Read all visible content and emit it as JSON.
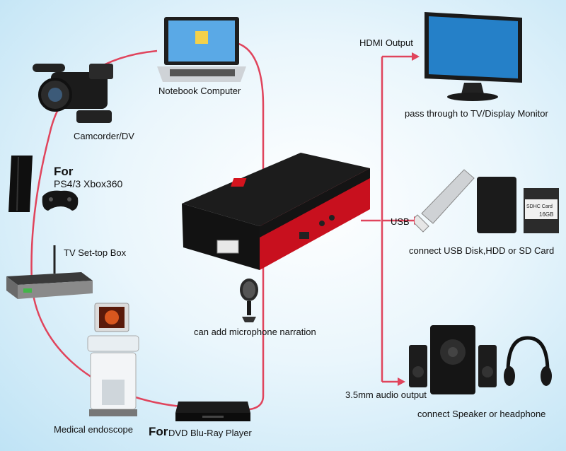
{
  "labels": {
    "notebook": "Notebook Computer",
    "camcorder": "Camcorder/DV",
    "for_ps": "For",
    "ps_xbox": "PS4/3 Xbox360",
    "settop": "TV Set-top Box",
    "endoscope": "Medical endoscope",
    "for_dvd": "For",
    "dvd": "DVD Blu-Ray Player",
    "mic": "can add microphone narration",
    "hdmi_out": "HDMI Output",
    "monitor": "pass through to TV/Display Monitor",
    "usb": "USB",
    "usb_desc": "connect USB Disk,HDD or SD Card",
    "audio_out": "3.5mm audio output",
    "speaker": "connect Speaker or headphone"
  },
  "sd_card": {
    "brand": "SDHC Card",
    "size": "16GB"
  },
  "colors": {
    "line": "#e0445c",
    "device_red": "#c8101e",
    "device_black": "#161616"
  }
}
